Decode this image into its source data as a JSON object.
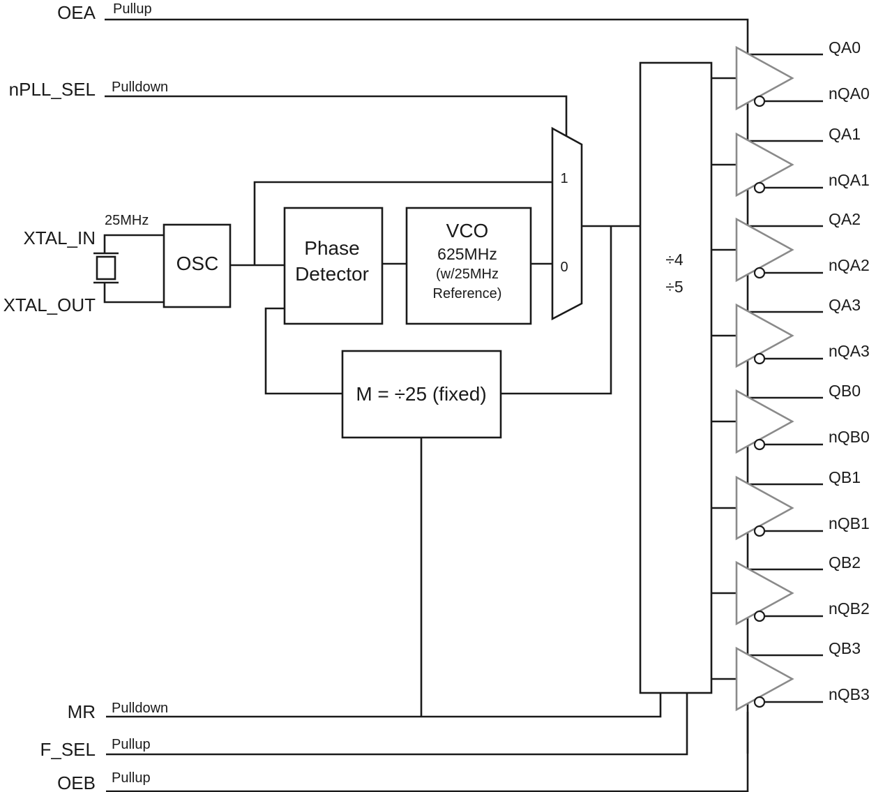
{
  "inputs": {
    "oea": {
      "name": "OEA",
      "bias": "Pullup"
    },
    "npll_sel": {
      "name": "nPLL_SEL",
      "bias": "Pulldown"
    },
    "xtal_in": {
      "name": "XTAL_IN"
    },
    "xtal_out": {
      "name": "XTAL_OUT"
    },
    "crystal_freq": "25MHz",
    "mr": {
      "name": "MR",
      "bias": "Pulldown"
    },
    "f_sel": {
      "name": "F_SEL",
      "bias": "Pullup"
    },
    "oeb": {
      "name": "OEB",
      "bias": "Pullup"
    }
  },
  "blocks": {
    "osc": "OSC",
    "phase_detector": [
      "Phase",
      "Detector"
    ],
    "vco": [
      "VCO",
      "625MHz",
      "(w/25MHz",
      "Reference)"
    ],
    "feedback_divider": "M = ÷25 (fixed)",
    "mux_in1": "1",
    "mux_in0": "0",
    "output_divider": [
      "÷4",
      "÷5"
    ]
  },
  "outputs": [
    {
      "q": "QA0",
      "nq": "nQA0"
    },
    {
      "q": "QA1",
      "nq": "nQA1"
    },
    {
      "q": "QA2",
      "nq": "nQA2"
    },
    {
      "q": "QA3",
      "nq": "nQA3"
    },
    {
      "q": "QB0",
      "nq": "nQB0"
    },
    {
      "q": "QB1",
      "nq": "nQB1"
    },
    {
      "q": "QB2",
      "nq": "nQB2"
    },
    {
      "q": "QB3",
      "nq": "nQB3"
    }
  ]
}
